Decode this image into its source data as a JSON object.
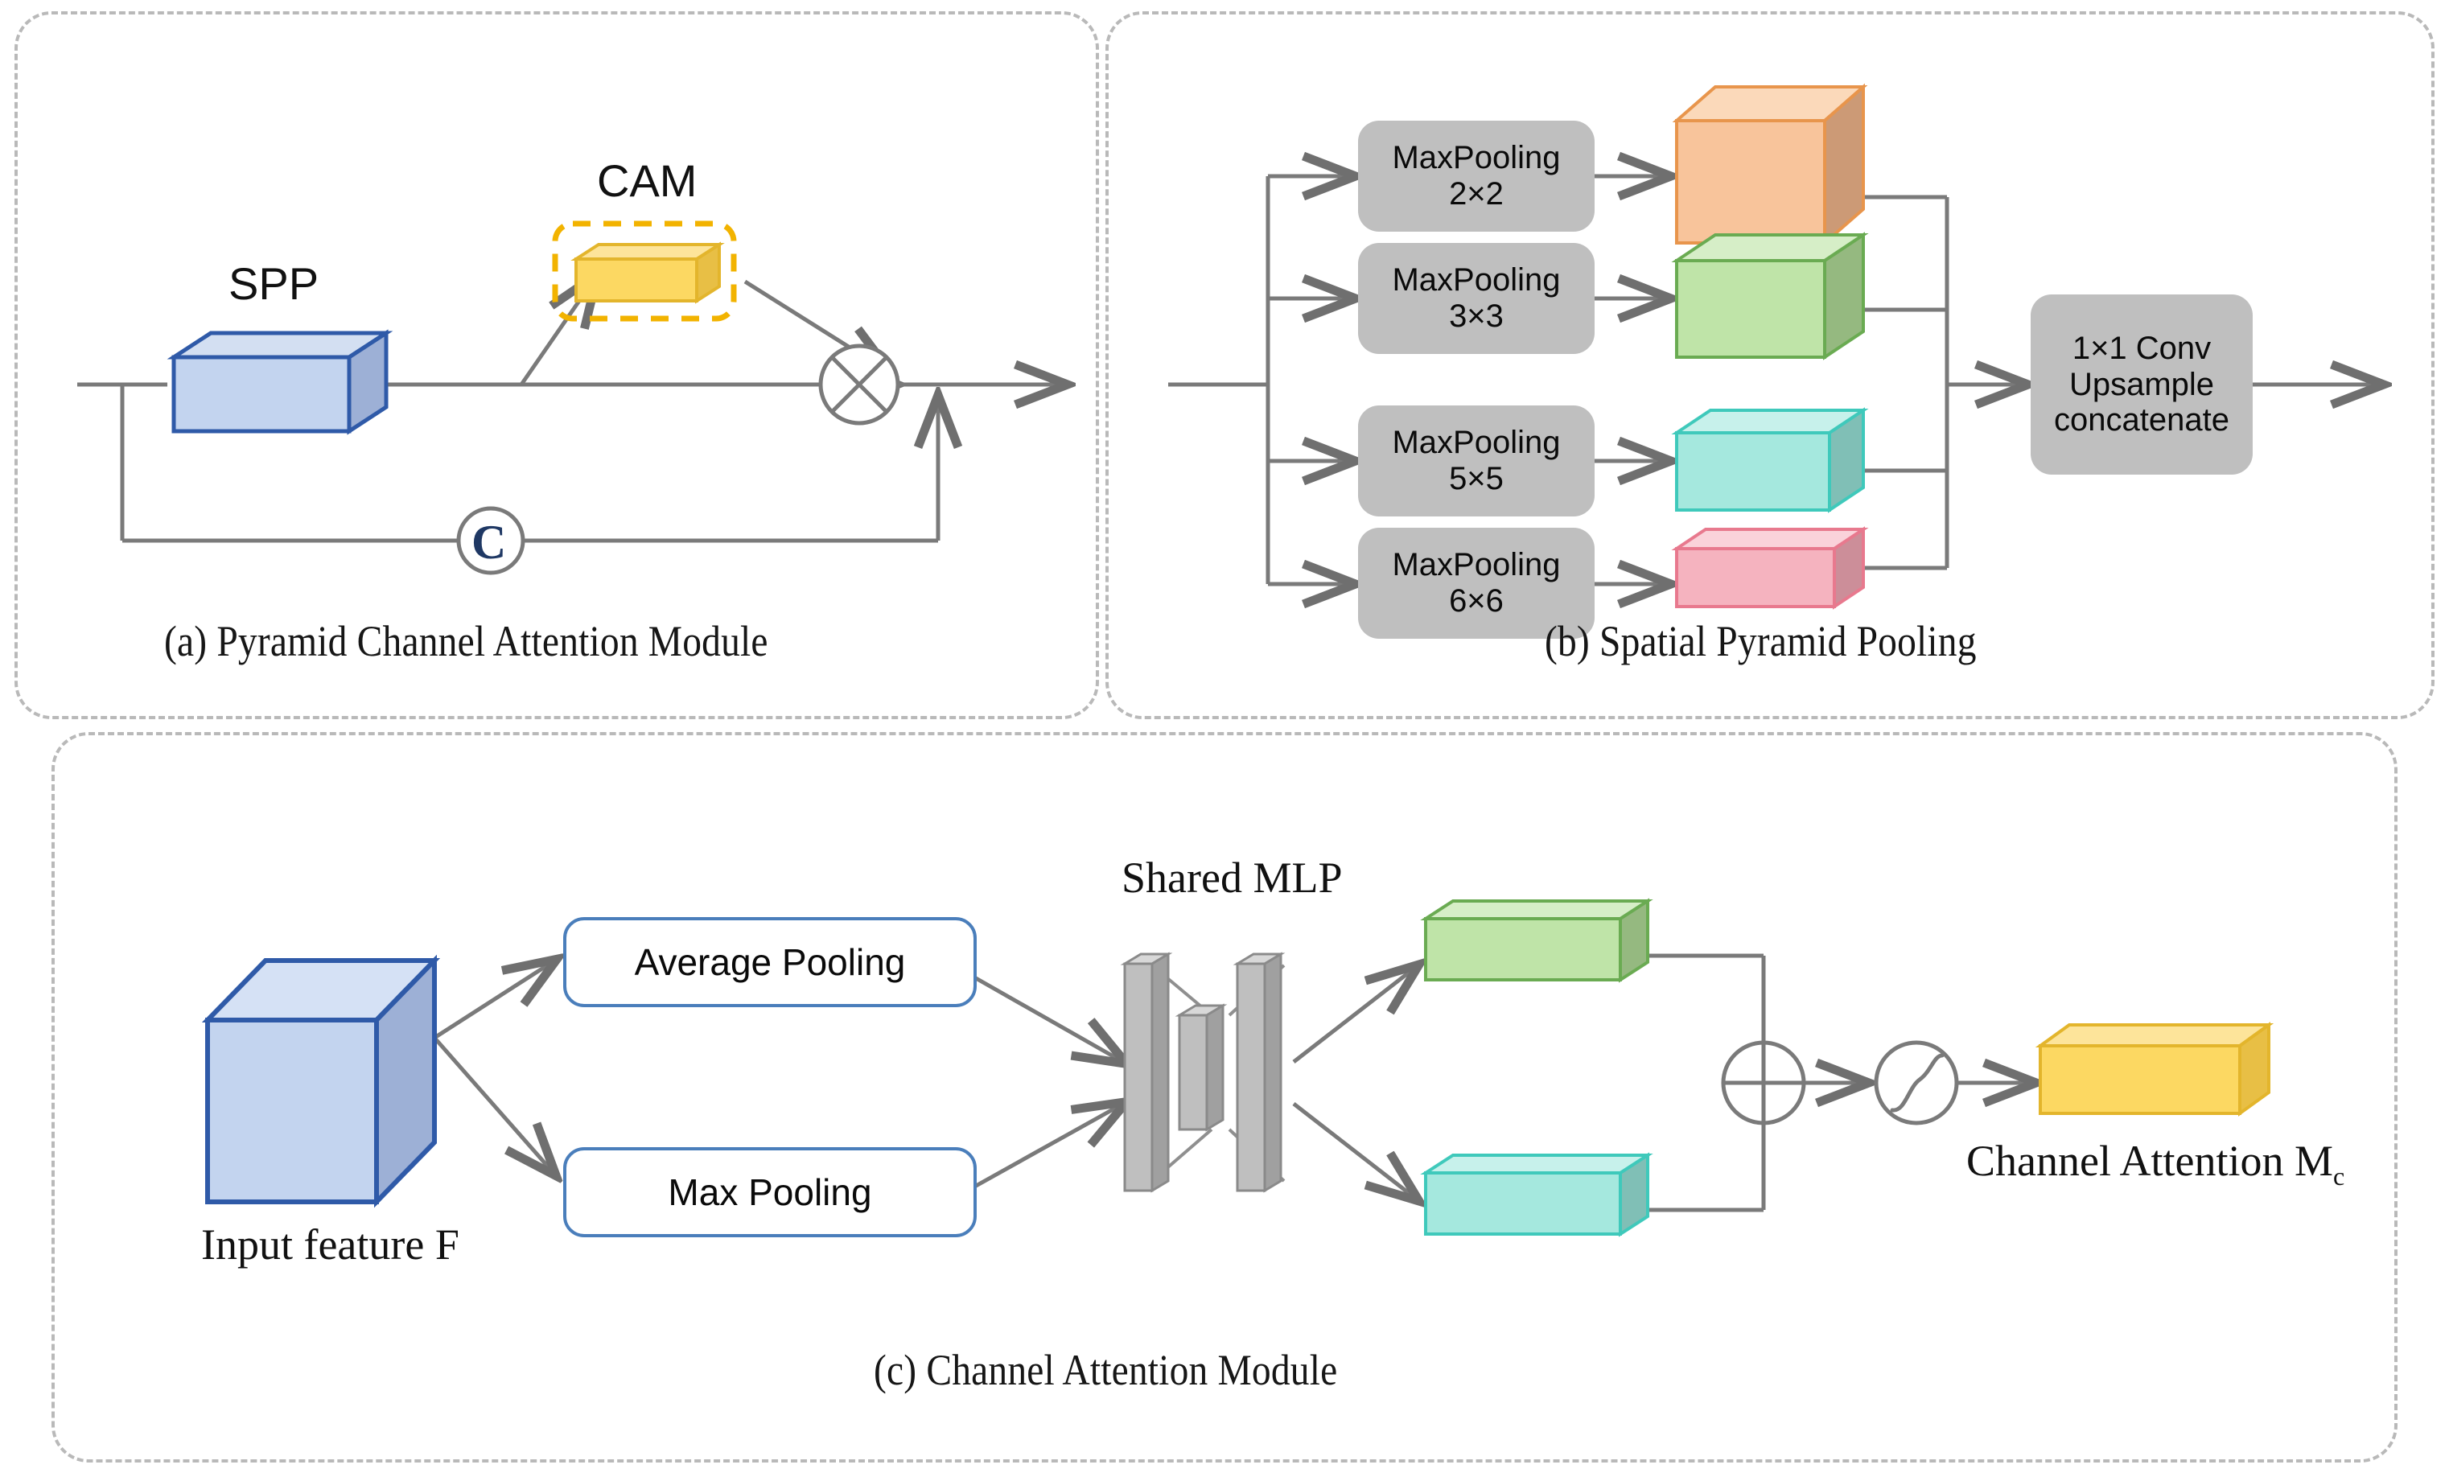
{
  "figure": {
    "background": "#ffffff",
    "panel_border_color": "#b9b9b9"
  },
  "panels": [
    {
      "id": "a",
      "caption": "(a) Pyramid Channel Attention Module",
      "labels": {
        "spp": "SPP",
        "cam": "CAM",
        "concat_symbol": "C"
      },
      "blocks": [
        {
          "name": "spp-block",
          "label": "SPP",
          "fill": "#c3d4ef",
          "stroke": "#2f5aa8",
          "shape": "cuboid"
        },
        {
          "name": "cam-block",
          "label": "CAM",
          "fill": "#fcd862",
          "stroke": "#e3b52c",
          "shape": "cuboid",
          "highlight_stroke": "#f2b300",
          "highlight_style": "dashed"
        }
      ],
      "operators": [
        {
          "name": "multiply",
          "symbol": "⊗"
        },
        {
          "name": "concat",
          "symbol": "C",
          "text_color": "#1f3864"
        }
      ]
    },
    {
      "id": "b",
      "caption": "(b) Spatial Pyramid Pooling",
      "branches": [
        {
          "op_line1": "MaxPooling",
          "op_line2": "2×2",
          "cube_fill": "#f8c49b",
          "cube_stroke": "#e8954c",
          "cube_side": "#cc9a76",
          "cube_top": "#fbd9ba",
          "cube_h": 170
        },
        {
          "op_line1": "MaxPooling",
          "op_line2": "3×3",
          "cube_fill": "#bfe4a8",
          "cube_stroke": "#6aab52",
          "cube_side": "#95b980",
          "cube_top": "#d6eec7",
          "cube_h": 118
        },
        {
          "op_line1": "MaxPooling",
          "op_line2": "5×5",
          "cube_fill": "#a5e8de",
          "cube_stroke": "#3fc9bb",
          "cube_side": "#80bfb6",
          "cube_top": "#c7f1eb",
          "cube_h": 82
        },
        {
          "op_line1": "MaxPooling",
          "op_line2": "6×6",
          "cube_fill": "#f5b3bf",
          "cube_stroke": "#e8798e",
          "cube_side": "#cc8e99",
          "cube_top": "#fad2da",
          "cube_h": 52
        }
      ],
      "merge_block": {
        "line1": "1×1 Conv",
        "line2": "Upsample",
        "line3": "concatenate",
        "fill": "#bfbfbf"
      }
    },
    {
      "id": "c",
      "caption": "(c) Channel Attention Module",
      "input_label": "Input feature F",
      "mlp_label": "Shared MLP",
      "output_label_main": "Channel Attention M",
      "output_label_sub": "c",
      "pooling_boxes": [
        {
          "name": "average-pooling-box",
          "label": "Average Pooling"
        },
        {
          "name": "max-pooling-box",
          "label": "Max Pooling"
        }
      ],
      "blocks": [
        {
          "name": "input-feature-cube",
          "fill": "#c3d4ef",
          "stroke": "#2f5aa8",
          "side": "#9db0d6",
          "top": "#d5e1f5"
        },
        {
          "name": "mlp-slabs",
          "fill": "#bfbfbf",
          "stroke": "#8a8a8a",
          "count": 3
        },
        {
          "name": "avg-branch-cuboid",
          "fill": "#bfe4a8",
          "stroke": "#6aab52"
        },
        {
          "name": "max-branch-cuboid",
          "fill": "#a5e8de",
          "stroke": "#3fc9bb"
        },
        {
          "name": "channel-attention-cuboid",
          "fill": "#fcd862",
          "stroke": "#e3b52c"
        }
      ],
      "operators": [
        {
          "name": "add",
          "symbol": "⊕"
        },
        {
          "name": "sigmoid",
          "symbol": "S-curve"
        }
      ]
    }
  ],
  "chart_data": {
    "type": "diagram",
    "title": "Pyramid Channel Attention architecture figure",
    "subfigures": [
      "(a) Pyramid Channel Attention Module",
      "(b) Spatial Pyramid Pooling",
      "(c) Channel Attention Module"
    ],
    "pooling_kernels": [
      "2×2",
      "3×3",
      "5×5",
      "6×6"
    ],
    "operations": [
      "SPP",
      "CAM",
      "multiply",
      "concatenate",
      "MaxPooling",
      "1×1 Conv",
      "Upsample",
      "concatenate",
      "Average Pooling",
      "Max Pooling",
      "Shared MLP",
      "add",
      "sigmoid"
    ]
  }
}
